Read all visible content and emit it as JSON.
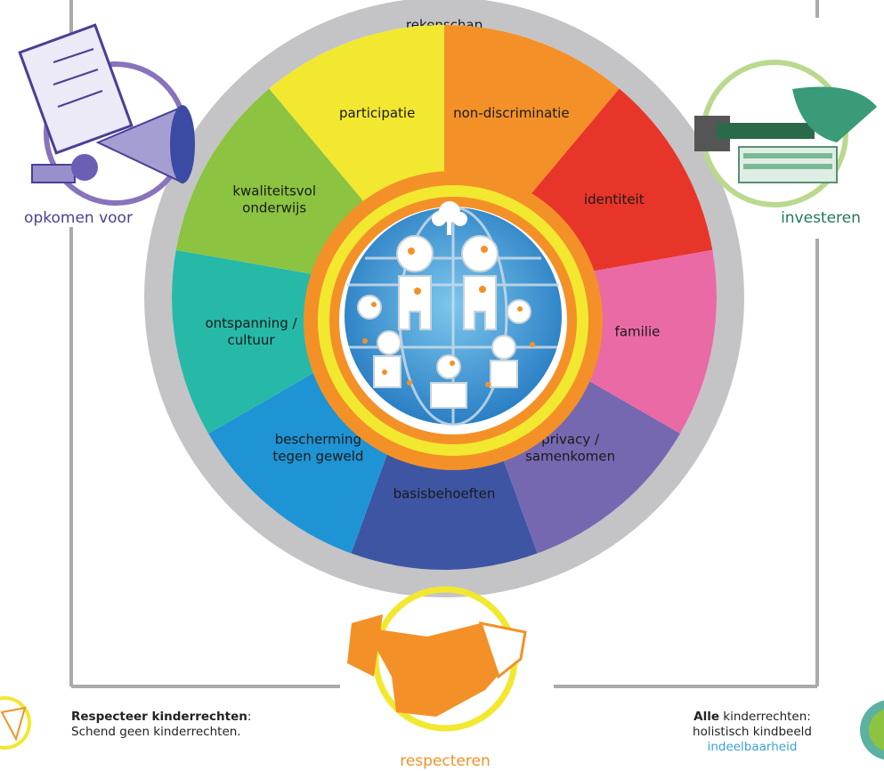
{
  "ring_label": "rekenschap",
  "segments": [
    {
      "label": "non-discriminatie",
      "color": "#f39128"
    },
    {
      "label": "identiteit",
      "color": "#e8352a"
    },
    {
      "label": "familie",
      "color": "#ea6aa5"
    },
    {
      "label": "privacy /\nsamenkomen",
      "color": "#7668b0"
    },
    {
      "label": "basisbehoeften",
      "color": "#3d55a3"
    },
    {
      "label": "bescherming\ntegen geweld",
      "color": "#1f94d4"
    },
    {
      "label": "ontspanning /\ncultuur",
      "color": "#26b9a8"
    },
    {
      "label": "kwaliteitsvol\nonderwijs",
      "color": "#8cc340"
    },
    {
      "label": "participatie",
      "color": "#f2e830"
    }
  ],
  "actions": {
    "advocate": {
      "label": "opkomen voor",
      "color": "#4a3f96"
    },
    "invest": {
      "label": "investeren",
      "color": "#1f7a5c"
    },
    "respect": {
      "label": "respecteren",
      "color": "#f39128"
    }
  },
  "notes": {
    "respect_title": "Respecteer kinderrechten",
    "respect_colon": ":",
    "respect_body": "Schend geen kinderrechten.",
    "all_title": "Alle",
    "all_rest": " kinderrechten:",
    "all_line2": "holistisch kindbeeld",
    "all_line3": "indeelbaarheid"
  }
}
